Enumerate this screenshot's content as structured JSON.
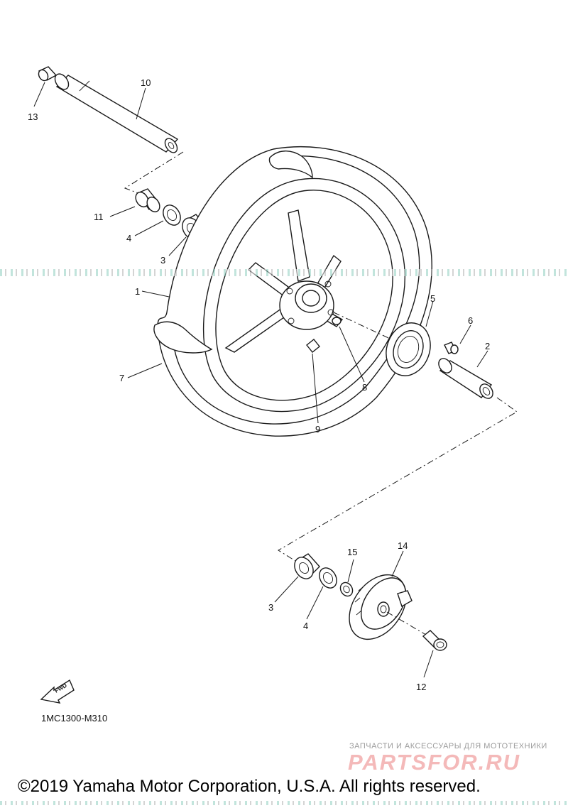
{
  "callouts": {
    "c1": "1",
    "c2": "2",
    "c3a": "3",
    "c3b": "3",
    "c4a": "4",
    "c4b": "4",
    "c5": "5",
    "c6": "6",
    "c7": "7",
    "c8": "8",
    "c9": "9",
    "c10": "10",
    "c11": "11",
    "c12": "12",
    "c13": "13",
    "c14": "14",
    "c15": "15"
  },
  "fwd_label": "FWD",
  "drawing_code": "1MC1300-M310",
  "watermark": {
    "subtitle": "ЗАПЧАСТИ И АКСЕССУАРЫ ДЛЯ МОТОТЕХНИКИ",
    "logo": "PARTSFOR.RU"
  },
  "copyright": "©2019 Yamaha Motor Corporation, U.S.A. All rights reserved."
}
